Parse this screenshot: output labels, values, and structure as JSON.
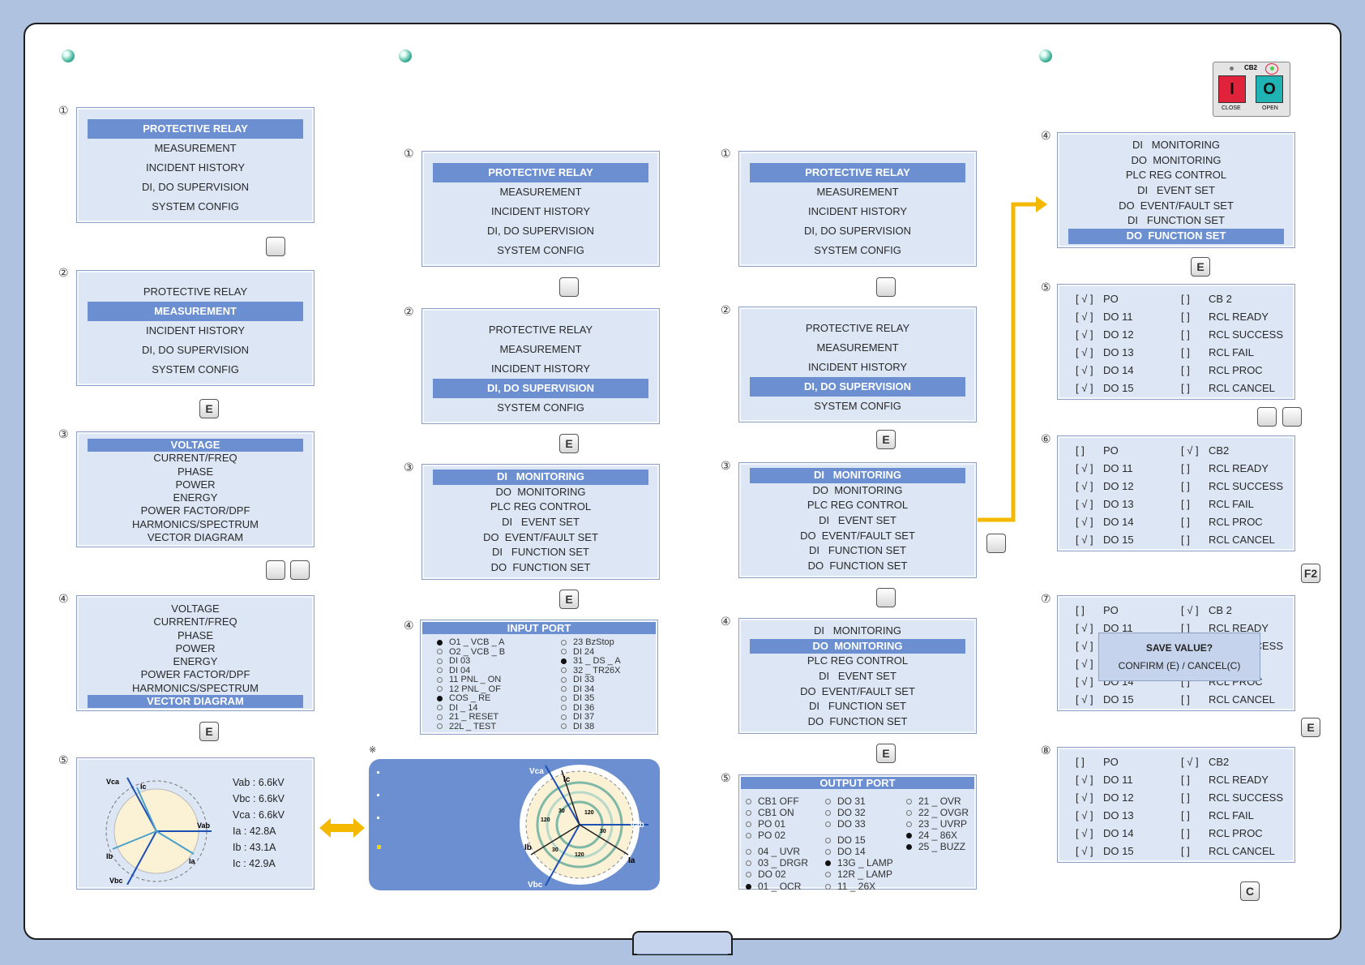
{
  "colors": {
    "board": "#ffffff",
    "background": "#afc2e0",
    "panel": "#dce6f5",
    "highlight": "#6b8fd0",
    "arrow": "#f5b800",
    "cb_close": "#e0233a",
    "cb_open": "#1fb3b3"
  },
  "icons": {
    "down": "down-triangle-icon",
    "up": "up-triangle-icon"
  },
  "keys": {
    "e": "E",
    "f2": "F2",
    "c": "C"
  },
  "note_mark": "※",
  "steps": [
    "①",
    "②",
    "③",
    "④",
    "⑤",
    "⑥",
    "⑦",
    "⑧"
  ],
  "menu_main": [
    "PROTECTIVE RELAY",
    "MEASUREMENT",
    "INCIDENT HISTORY",
    "DI, DO SUPERVISION",
    "SYSTEM CONFIG"
  ],
  "menu_meas": [
    "VOLTAGE",
    "CURRENT/FREQ",
    "PHASE",
    "POWER",
    "ENERGY",
    "POWER FACTOR/DPF",
    "HARMONICS/SPECTRUM",
    "VECTOR DIAGRAM"
  ],
  "menu_dido": [
    "DI   MONITORING",
    "DO  MONITORING",
    "PLC REG CONTROL",
    "DI   EVENT SET",
    "DO  EVENT/FAULT SET",
    "DI   FUNCTION SET",
    "DO  FUNCTION SET"
  ],
  "vector": {
    "labels": {
      "vca": "Vca",
      "vab": "Vab",
      "vbc": "Vbc",
      "ia": "Ia",
      "ib": "Ib",
      "ic": "Ic"
    },
    "readings": [
      "Vab : 6.6kV",
      "Vbc : 6.6kV",
      "Vca : 6.6kV",
      "Ia : 42.8A",
      "Ib : 43.1A",
      "Ic : 42.9A"
    ],
    "rings": [
      "120",
      "30",
      "120",
      "30",
      "120",
      "30"
    ]
  },
  "input_port": {
    "title": "INPUT PORT",
    "col1": [
      {
        "t": "O1 _ VCB _ A",
        "on": true
      },
      {
        "t": "O2 _ VCB _ B",
        "on": false
      },
      {
        "t": "DI 03",
        "on": false
      },
      {
        "t": "DI 04",
        "on": false
      },
      {
        "t": "11 PNL _ ON",
        "on": false
      },
      {
        "t": "12 PNL _ OF",
        "on": false
      },
      {
        "t": "COS _ RE",
        "on": true
      },
      {
        "t": "DI _ 14",
        "on": false
      },
      {
        "t": "21 _ RESET",
        "on": false
      },
      {
        "t": "22L _ TEST",
        "on": false
      }
    ],
    "col2": [
      {
        "t": "23 BzStop",
        "on": false
      },
      {
        "t": "DI 24",
        "on": false
      },
      {
        "t": "31 _ DS _ A",
        "on": true
      },
      {
        "t": "32 _ TR26X",
        "on": false
      },
      {
        "t": "DI 33",
        "on": false
      },
      {
        "t": "DI 34",
        "on": false
      },
      {
        "t": "DI 35",
        "on": false
      },
      {
        "t": "DI 36",
        "on": false
      },
      {
        "t": "DI 37",
        "on": false
      },
      {
        "t": "DI 38",
        "on": false
      }
    ]
  },
  "output_port": {
    "title": "OUTPUT PORT",
    "col1": [
      {
        "t": "CB1 OFF",
        "on": false
      },
      {
        "t": "CB1 ON",
        "on": false
      },
      {
        "t": "PO 01",
        "on": false
      },
      {
        "t": "PO 02",
        "on": false
      },
      {
        "t": "04 _ UVR",
        "on": false
      },
      {
        "t": "03 _ DRGR",
        "on": false
      },
      {
        "t": "DO 02",
        "on": false
      },
      {
        "t": "01 _ OCR",
        "on": true
      }
    ],
    "col2": [
      {
        "t": "DO 31",
        "on": false
      },
      {
        "t": "DO 32",
        "on": false
      },
      {
        "t": "DO 33",
        "on": false
      },
      {
        "t": "DO 15",
        "on": false
      },
      {
        "t": "DO 14",
        "on": false
      },
      {
        "t": "13G _ LAMP",
        "on": true
      },
      {
        "t": "12R _ LAMP",
        "on": false
      },
      {
        "t": "11 _ 26X",
        "on": false
      }
    ],
    "col3": [
      {
        "t": "21 _ OVR",
        "on": false
      },
      {
        "t": "22 _ OVGR",
        "on": false
      },
      {
        "t": "23 _ UVRP",
        "on": false
      },
      {
        "t": "24 _ 86X",
        "on": true
      },
      {
        "t": "25 _ BUZZ",
        "on": true
      }
    ]
  },
  "cb2": {
    "title": "CB2",
    "close_glyph": "I",
    "open_glyph": "O",
    "close_label": "CLOSE",
    "open_label": "OPEN"
  },
  "do_left": [
    "PO",
    "DO 11",
    "DO 12",
    "DO 13",
    "DO 14",
    "DO 15"
  ],
  "do_right": [
    "CB 2",
    "RCL READY",
    "RCL SUCCESS",
    "RCL FAIL",
    "RCL PROC",
    "RCL CANCEL"
  ],
  "do_right_b": [
    "CB2",
    "RCL READY",
    "RCL SUCCESS",
    "RCL FAIL",
    "RCL PROC",
    "RCL CANCEL"
  ],
  "box": {
    "checked": "[ √ ]",
    "empty": "[     ]"
  },
  "popup": {
    "title": "SAVE VALUE?",
    "text": "CONFIRM (E) / CANCEL(C)"
  }
}
